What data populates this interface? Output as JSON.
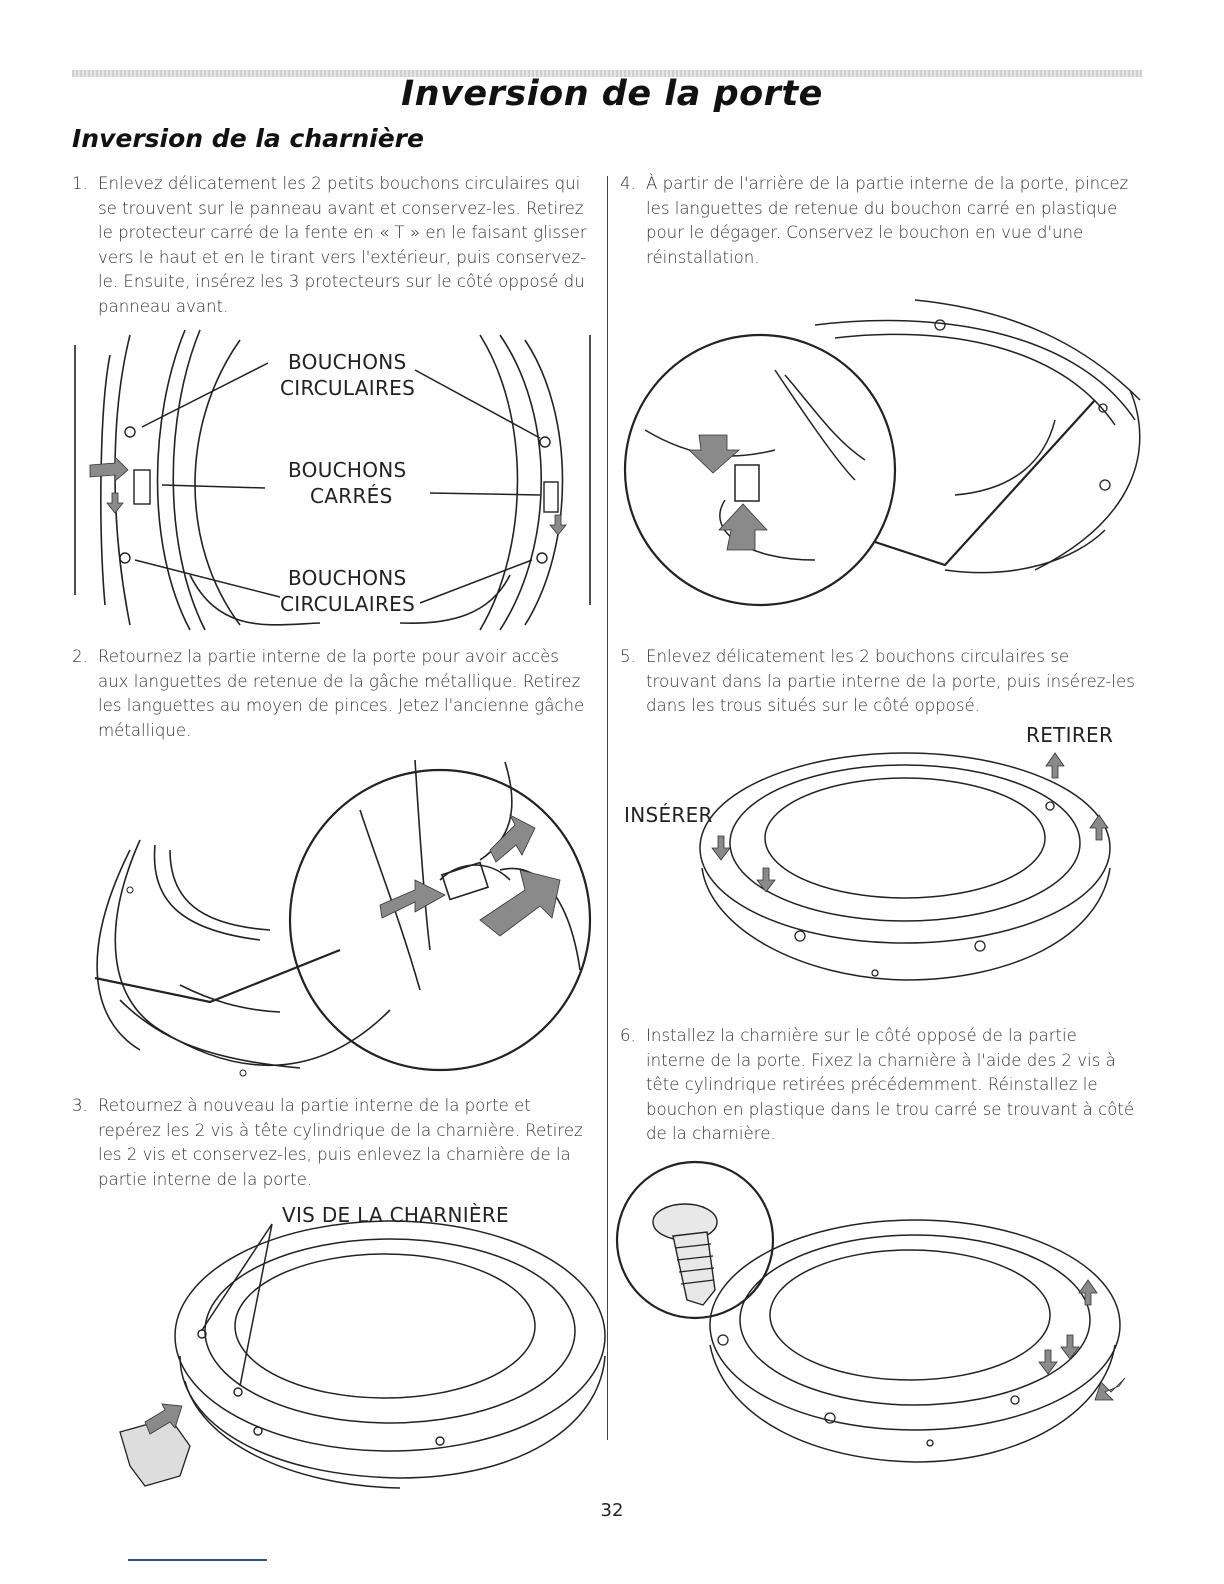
{
  "page_title": "Inversion de la porte",
  "section_title": "Inversion de la charnière",
  "steps": [
    {
      "num": "1.",
      "text": "Enlevez délicatement les 2 petits bouchons circulaires qui se trouvent sur le panneau avant et conservez-les. Retirez le protecteur carré de la fente en « T » en le faisant glisser vers le haut et en le tirant vers l'extérieur, puis conservez-le. Ensuite, insérez les 3 protecteurs sur le côté opposé du panneau avant."
    },
    {
      "num": "2.",
      "text": "Retournez la partie interne de la porte pour avoir accès aux languettes de retenue de la gâche métallique. Retirez les languettes au moyen de pinces. Jetez l'ancienne gâche métallique."
    },
    {
      "num": "3.",
      "text": "Retournez à nouveau la partie interne de la porte et repérez les 2 vis à tête cylindrique de la charnière. Retirez les 2 vis et conservez-les, puis enlevez la charnière de la partie interne de la porte."
    },
    {
      "num": "4.",
      "text": "À partir de l'arrière de la partie interne de la porte, pincez les languettes de retenue du bouchon carré en plastique pour le dégager. Conservez le bouchon en vue d'une réinstallation."
    },
    {
      "num": "5.",
      "text": "Enlevez délicatement les 2 bouchons circulaires se trouvant dans la partie interne de la porte, puis insérez-les dans les trous situés sur le côté opposé."
    },
    {
      "num": "6.",
      "text": "Installez la charnière sur le côté opposé de la partie interne de la porte. Fixez la charnière à l'aide des 2 vis à tête cylindrique retirées précédemment. Réinstallez le bouchon en plastique dans le trou carré se trouvant à côté de la charnière."
    }
  ],
  "figure1": {
    "label_round_top_1": "BOUCHONS",
    "label_round_top_2": "CIRCULAIRES",
    "label_square_1": "BOUCHONS",
    "label_square_2": "CARRÉS",
    "label_round_bottom_1": "BOUCHONS",
    "label_round_bottom_2": "CIRCULAIRES"
  },
  "figure3": {
    "label": "VIS DE LA CHARNIÈRE"
  },
  "figure5": {
    "label_remove": "RETIRER",
    "label_insert": "INSÉRER"
  },
  "page_number": "32",
  "colors": {
    "arrow_gray": "#8a8a8a",
    "line": "#222222",
    "link": "#2a4fb0"
  }
}
